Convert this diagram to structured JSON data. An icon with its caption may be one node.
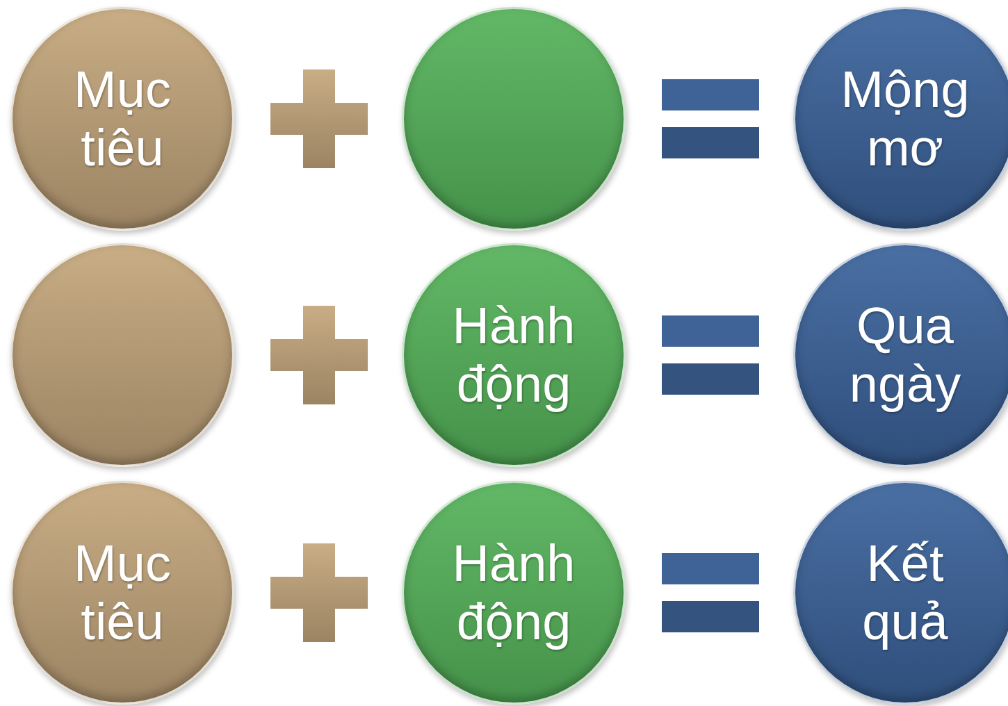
{
  "diagram": {
    "nodes": [
      {
        "text": [
          "Mục tiêu"
        ]
      },
      {
        "text": [],
        "shape": "circle"
      },
      {
        "text": [
          "Mộng mơ"
        ]
      },
      {
        "text": [],
        "shape": "circle"
      },
      {
        "text": [
          "Hành động"
        ]
      },
      {
        "text": [
          "Qua ngày"
        ]
      },
      {
        "text": [
          "Mục tiêu"
        ]
      },
      {
        "text": [
          "Hành động"
        ]
      },
      {
        "text": [
          "Kết quả"
        ]
      }
    ]
  }
}
